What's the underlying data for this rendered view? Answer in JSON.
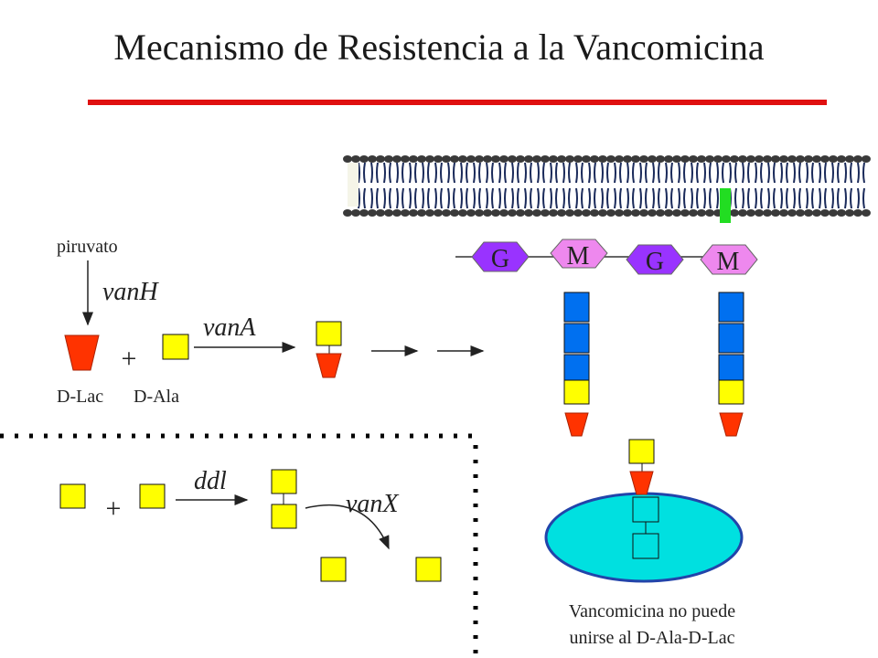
{
  "title": "Mecanismo de Resistencia a la Vancomicina",
  "labels": {
    "pyruvate": "piruvato",
    "gene_vanH": "vanH",
    "gene_vanA": "vanA",
    "gene_ddl": "ddl",
    "gene_vanX": "vanX",
    "d_lac": "D-Lac",
    "d_ala": "D-Ala",
    "plus_1": "+",
    "plus_2": "+",
    "sugar_g1": "G",
    "sugar_m1": "M",
    "sugar_g2": "G",
    "sugar_m2": "M",
    "caption_line1": "Vancomicina no puede",
    "caption_line2": "unirse al D-Ala-D-Lac"
  },
  "colors": {
    "title_rule": "#e01010",
    "d_ala": "#ffff00",
    "d_lac": "#ff3300",
    "peptide_blue": "#0070f0",
    "g_sugar": "#9933ff",
    "m_sugar": "#ee88ee",
    "vancomycin": "#00e0e0",
    "membrane": "#1a2a5a",
    "membrane_protein": "#22dd22"
  }
}
